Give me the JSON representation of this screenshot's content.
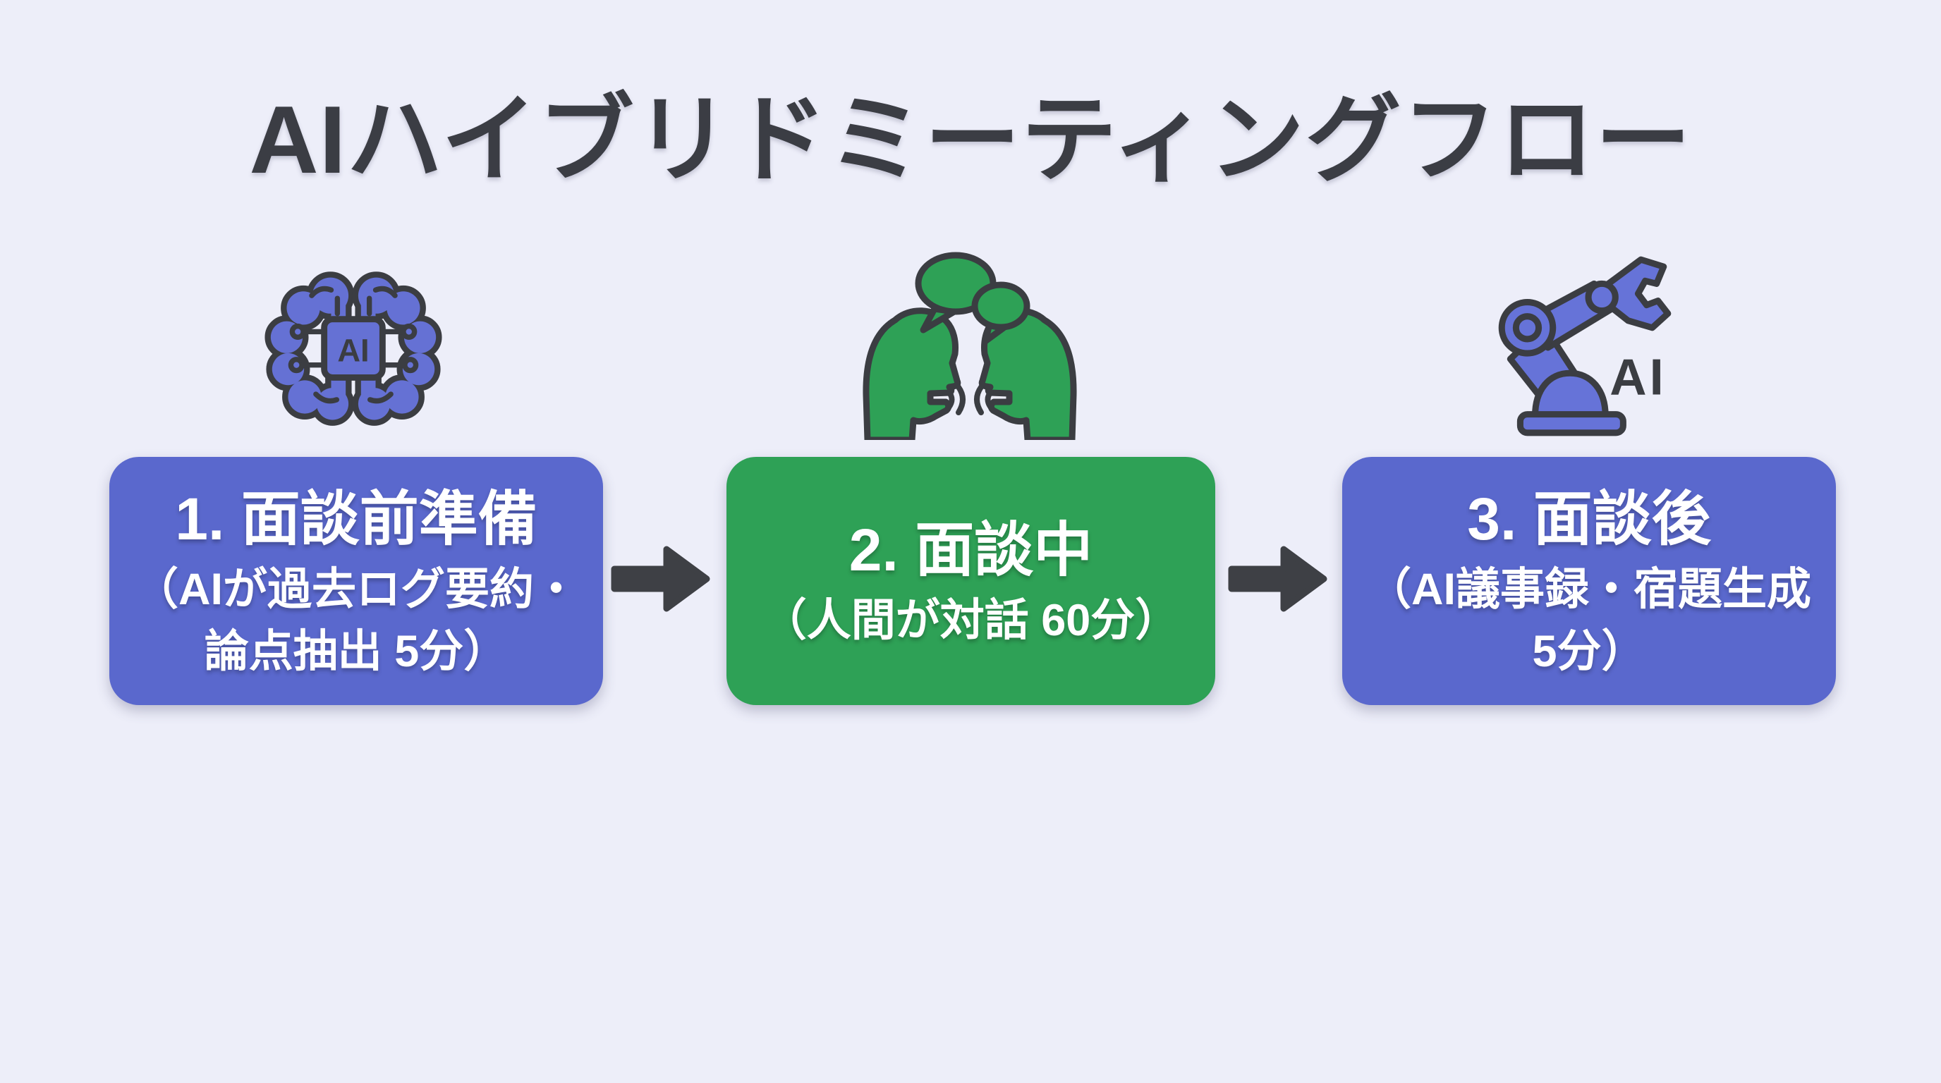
{
  "title": {
    "text": "AIハイブリドミーティングフロー"
  },
  "colors": {
    "background": "#edeef9",
    "title_text": "#3b3d44",
    "purple_box": "#5a68cd",
    "green_box": "#2ea156",
    "purple_icon_fill": "#6571d4",
    "green_icon_fill": "#2ea156",
    "outline_dark": "#3b3d42",
    "arrow": "#3e4045",
    "box_text": "#ffffff"
  },
  "steps": [
    {
      "id": "pre-meeting",
      "icon": "ai-brain-chip-icon",
      "heading": "1. 面談前準備",
      "lines": [
        "（AIが過去ログ要約・",
        "論点抽出 5分）"
      ]
    },
    {
      "id": "during-meeting",
      "icon": "people-talking-icon",
      "heading": "2. 面談中",
      "lines": [
        "（人間が対話 60分）"
      ]
    },
    {
      "id": "post-meeting",
      "icon": "robot-arm-ai-icon",
      "heading": "3. 面談後",
      "lines": [
        "（AI議事録・宿題生成",
        "5分）"
      ]
    }
  ],
  "icons": {
    "brain_chip_label": "AI",
    "robot_label": "AI"
  }
}
